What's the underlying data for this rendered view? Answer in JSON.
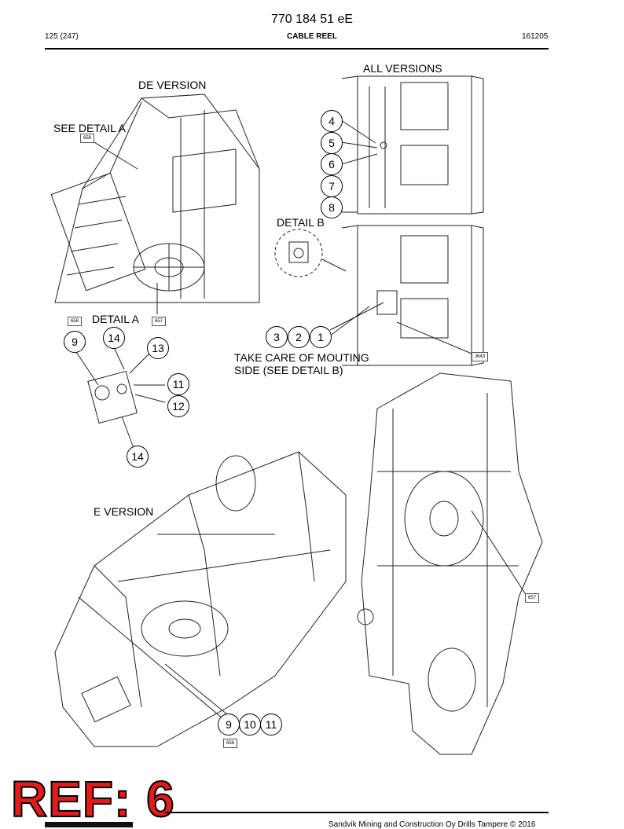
{
  "header": {
    "document_number": "770 184 51 eE",
    "page": "125 (247)",
    "title": "CABLE REEL",
    "date_code": "161205"
  },
  "labels": {
    "all_versions": "ALL VERSIONS",
    "de_version": "DE VERSION",
    "see_detail_a": "SEE DETAIL A",
    "detail_b": "DETAIL B",
    "detail_a": "DETAIL A",
    "take_care_line1": "TAKE CARE OF MOUTING",
    "take_care_line2": "SIDE (SEE DETAIL B)",
    "e_version": "E VERSION"
  },
  "callouts": {
    "c4": "4",
    "c5": "5",
    "c6": "6",
    "c7": "7",
    "c8": "8",
    "c3": "3",
    "c2": "2",
    "c1": "1",
    "c9a": "9",
    "c14a": "14",
    "c13": "13",
    "c11a": "11",
    "c12": "12",
    "c14b": "14",
    "c9b": "9",
    "c10": "10",
    "c11b": "11"
  },
  "tags": {
    "t658a": "658",
    "t657a": "657",
    "t658b": "658",
    "t659": "659",
    "t643": "J643",
    "t657b": "657"
  },
  "ref_stamp": "REF: 6",
  "footer": {
    "copyright": "Sandvik Mining and Construction Oy Drills Tampere © 2016"
  }
}
